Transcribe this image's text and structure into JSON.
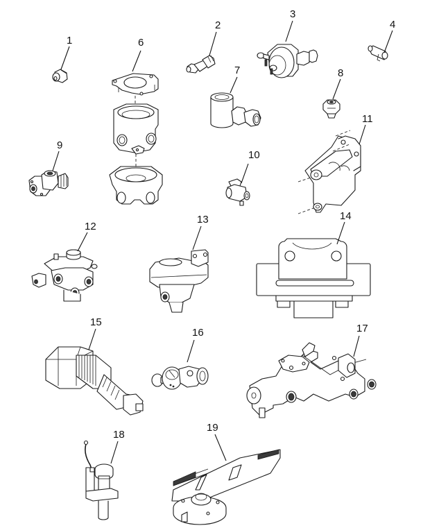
{
  "diagram": {
    "type": "exploded-parts-illustration",
    "line_color": "#1a1a1a",
    "background": "#ffffff",
    "callouts": [
      {
        "id": "1",
        "label": "1"
      },
      {
        "id": "2",
        "label": "2"
      },
      {
        "id": "3",
        "label": "3"
      },
      {
        "id": "4",
        "label": "4"
      },
      {
        "id": "6",
        "label": "6"
      },
      {
        "id": "7",
        "label": "7"
      },
      {
        "id": "8",
        "label": "8"
      },
      {
        "id": "9",
        "label": "9"
      },
      {
        "id": "10",
        "label": "10"
      },
      {
        "id": "11",
        "label": "11"
      },
      {
        "id": "12",
        "label": "12"
      },
      {
        "id": "13",
        "label": "13"
      },
      {
        "id": "14",
        "label": "14"
      },
      {
        "id": "15",
        "label": "15"
      },
      {
        "id": "16",
        "label": "16"
      },
      {
        "id": "17",
        "label": "17"
      },
      {
        "id": "18",
        "label": "18"
      },
      {
        "id": "19",
        "label": "19"
      }
    ]
  }
}
